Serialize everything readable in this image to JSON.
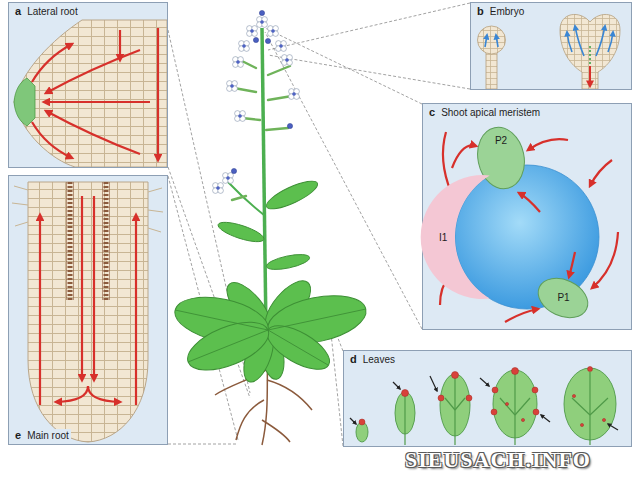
{
  "diagram": {
    "nodes": [
      {
        "text": [
          "a",
          "Lateral root"
        ]
      },
      {
        "text": [
          "b",
          "Embryo"
        ]
      },
      {
        "text": [
          "c",
          "Shoot apical meristem"
        ]
      },
      {
        "text": [
          "P2"
        ],
        "in": 2
      },
      {
        "text": [
          "I1"
        ],
        "in": 2
      },
      {
        "text": [
          "P1"
        ],
        "in": 2
      },
      {
        "text": [
          "e",
          "Main root"
        ]
      },
      {
        "text": [
          "d",
          "Leaves"
        ]
      }
    ],
    "labels": [
      "SIEUSACH.INFO"
    ]
  }
}
